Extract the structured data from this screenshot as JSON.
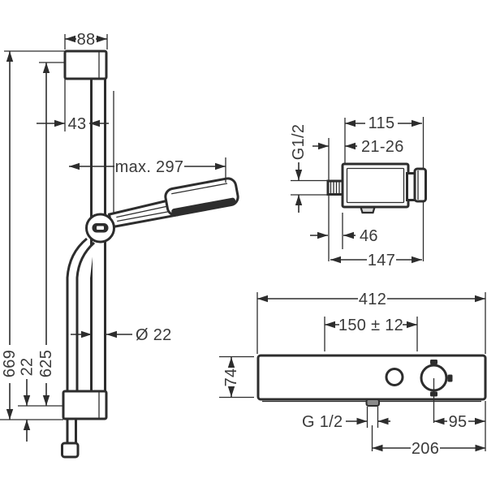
{
  "drawing": {
    "rail": {
      "bracket_width": "88",
      "bar_offset": "43",
      "max_reach": "max. 297",
      "total_height": "669",
      "bar_length": "625",
      "bar_diameter": "Ø 22",
      "end_offset": "22"
    },
    "valve_side": {
      "body_depth": "115",
      "wall_range": "21-26",
      "inlet_thread": "G1/2",
      "inlet_offset": "46",
      "total_depth": "147"
    },
    "valve_front": {
      "total_width": "412",
      "supply_distance": "150 ± 12",
      "body_height": "74",
      "outlet_thread": "G 1/2",
      "handle_offset": "95",
      "outlet_to_edge": "206"
    },
    "colors": {
      "line": "#2d2d2d",
      "text": "#3a3a3a",
      "background": "#ffffff"
    }
  }
}
